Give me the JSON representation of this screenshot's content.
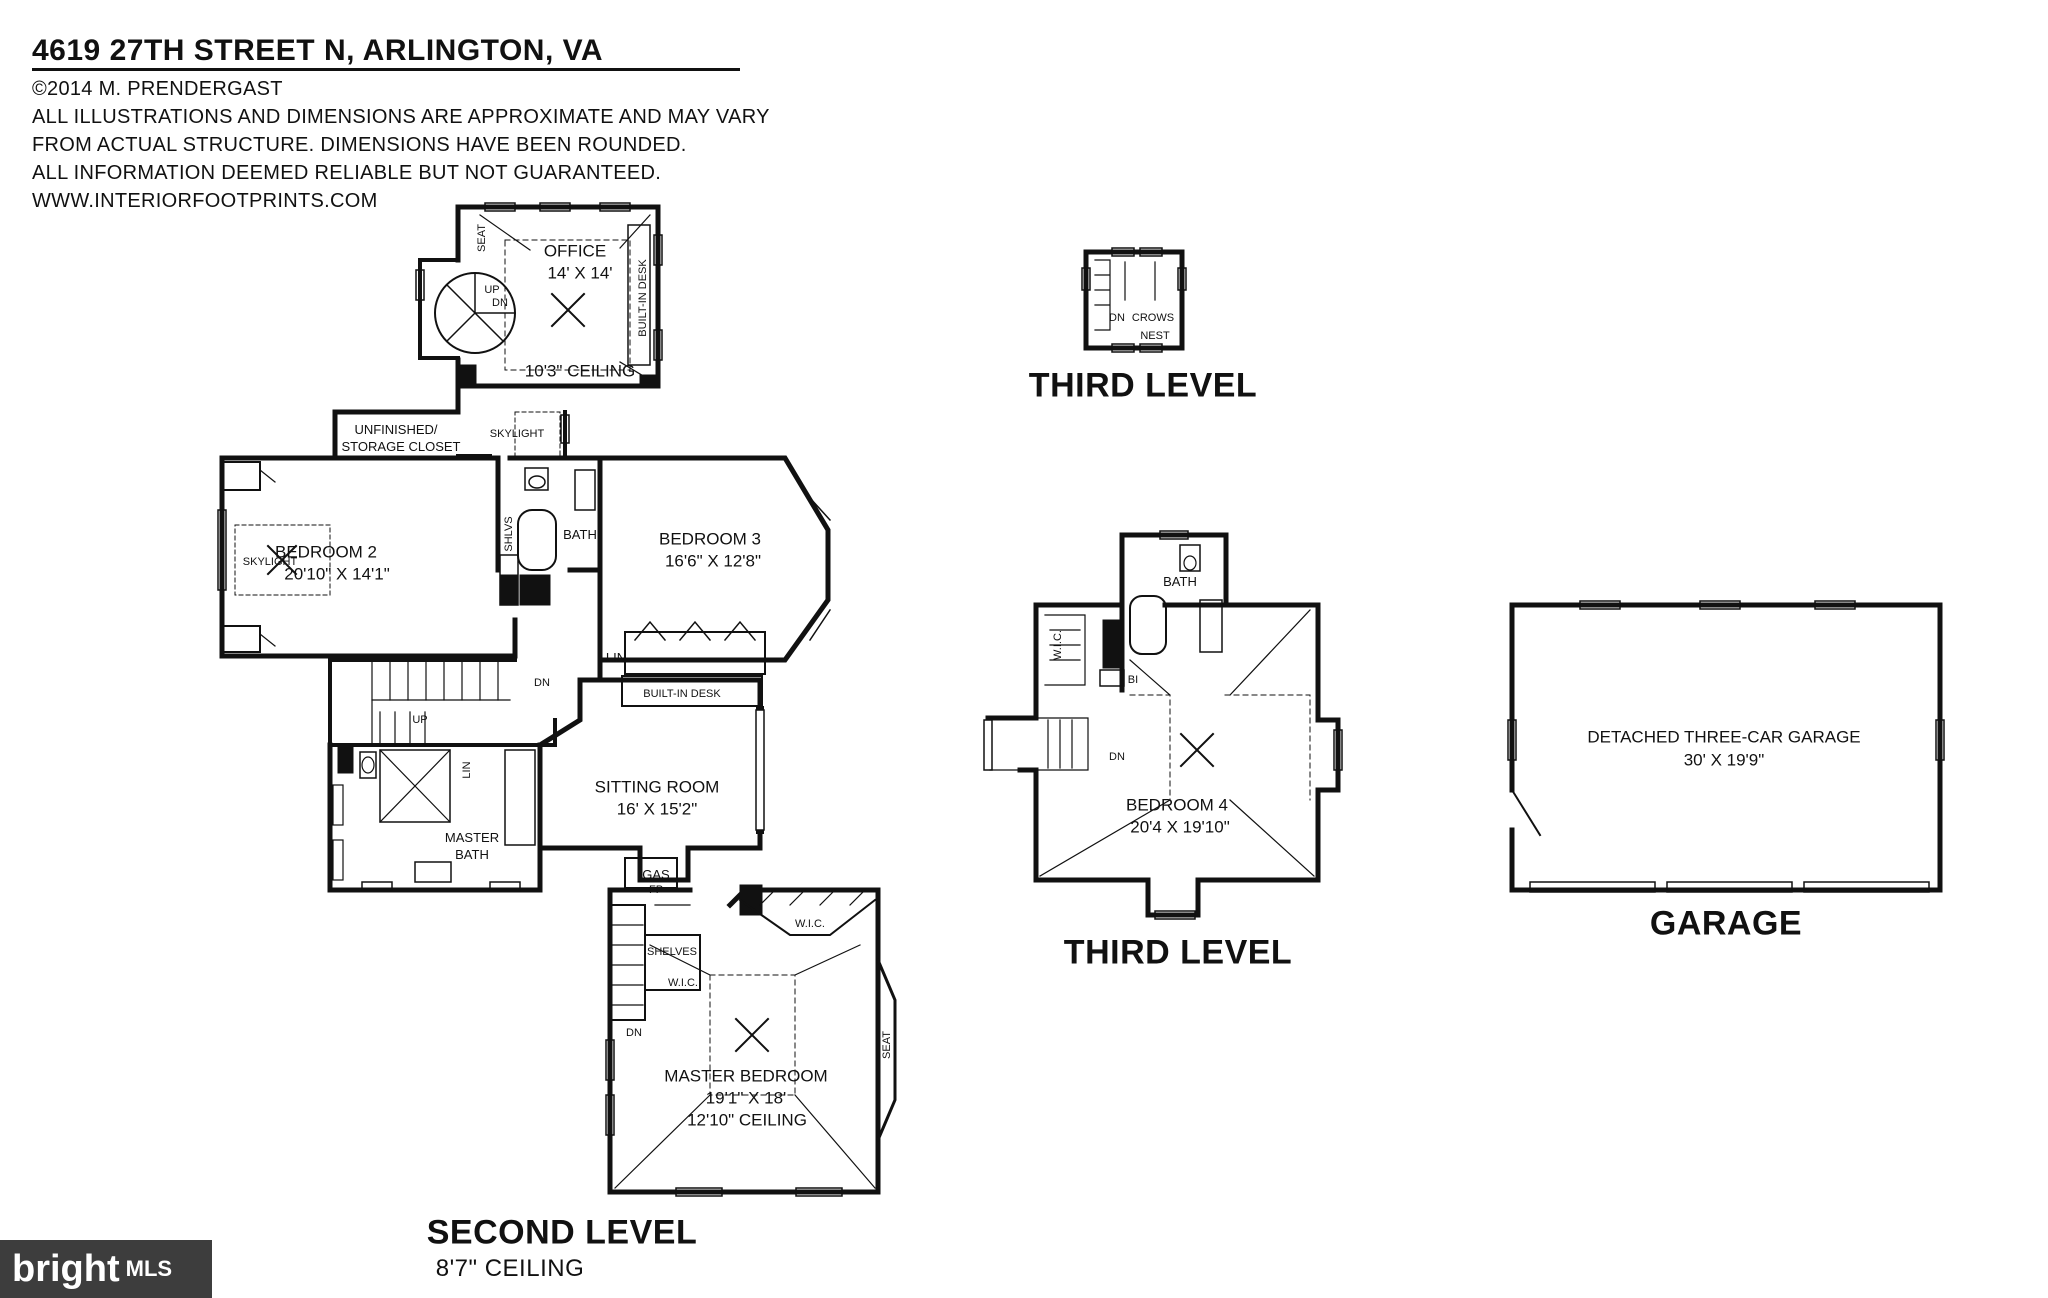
{
  "header": {
    "address": "4619 27TH STREET N, ARLINGTON, VA",
    "copyright": "©2014 M. PRENDERGAST",
    "disclaimer_1": "ALL ILLUSTRATIONS AND DIMENSIONS ARE APPROXIMATE AND MAY VARY",
    "disclaimer_2": "FROM ACTUAL STRUCTURE. DIMENSIONS HAVE BEEN ROUNDED.",
    "disclaimer_3": "ALL INFORMATION DEEMED RELIABLE BUT NOT GUARANTEED.",
    "website": "WWW.INTERIORFOOTPRINTS.COM"
  },
  "second_level": {
    "title": "SECOND LEVEL",
    "ceiling": "8'7\" CEILING",
    "office": {
      "name": "OFFICE",
      "dims": "14' X 14'",
      "ceiling": "10'3\" CEILING"
    },
    "seat": "SEAT",
    "built_in_desk_office": "BUILT-IN DESK",
    "up": "UP",
    "dn": "DN",
    "unfinished_line1": "UNFINISHED/",
    "unfinished_line2": "STORAGE CLOSET",
    "skylight": "SKYLIGHT",
    "bedroom2": {
      "name": "BEDROOM 2",
      "dims": "20'10\" X 14'1\""
    },
    "shlvs": "SHLVS",
    "bath": "BATH",
    "bedroom3": {
      "name": "BEDROOM 3",
      "dims": "16'6\" X 12'8\""
    },
    "lin": "LIN",
    "built_in_desk": "BUILT-IN DESK",
    "sitting_room": {
      "name": "SITTING ROOM",
      "dims": "16' X 15'2\""
    },
    "master_bath_line1": "MASTER",
    "master_bath_line2": "BATH",
    "gas_line1": "GAS",
    "gas_line2": "FP",
    "shelves": "SHELVES",
    "wic": "W.I.C.",
    "master_bedroom": {
      "name": "MASTER BEDROOM",
      "dims": "19'1\" X 18'",
      "ceiling": "12'10\" CEILING"
    }
  },
  "third_level_top": {
    "title": "THIRD LEVEL",
    "crows_line1": "CROWS",
    "crows_line2": "NEST",
    "dn": "DN"
  },
  "third_level": {
    "title": "THIRD LEVEL",
    "bath": "BATH",
    "wic": "W.I.C.",
    "bi": "BI",
    "dn": "DN",
    "bedroom4": {
      "name": "BEDROOM 4",
      "dims": "20'4 X 19'10\""
    }
  },
  "garage": {
    "title": "GARAGE",
    "name": "DETACHED THREE-CAR GARAGE",
    "dims": "30' X 19'9\""
  },
  "watermark": {
    "brand": "bright",
    "suffix": "MLS"
  }
}
